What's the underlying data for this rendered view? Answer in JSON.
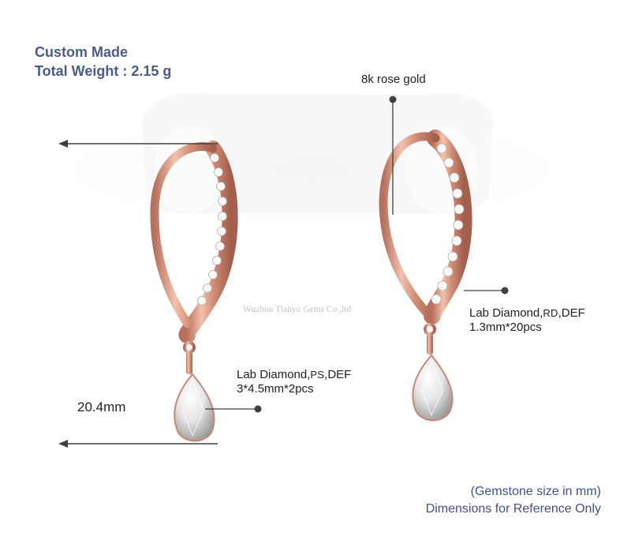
{
  "header": {
    "line1": "Custom Made",
    "line2": "Total Weight : 2.15 g"
  },
  "material_label": "8k rose gold",
  "stone_round": {
    "label_prefix": "Lab Diamond,",
    "shape": "RD",
    "sep": ",",
    "color": "DEF",
    "size": "1.3mm*20pcs"
  },
  "stone_pear": {
    "label_prefix": "Lab Diamond,",
    "shape": "PS",
    "sep": ",",
    "color": "DEF",
    "size": "3*4.5mm*2pcs"
  },
  "dimension_label": "20.4mm",
  "watermark": "Wuzhou Tianyu Gems Co.,ltd",
  "footer": {
    "line1": "(Gemstone size in mm)",
    "line2": "Dimensions for Reference Only"
  },
  "colors": {
    "heading": "#4a5b8c",
    "footer": "#3f5190",
    "rose_gold": "#d99a82",
    "callout": "#404040"
  }
}
